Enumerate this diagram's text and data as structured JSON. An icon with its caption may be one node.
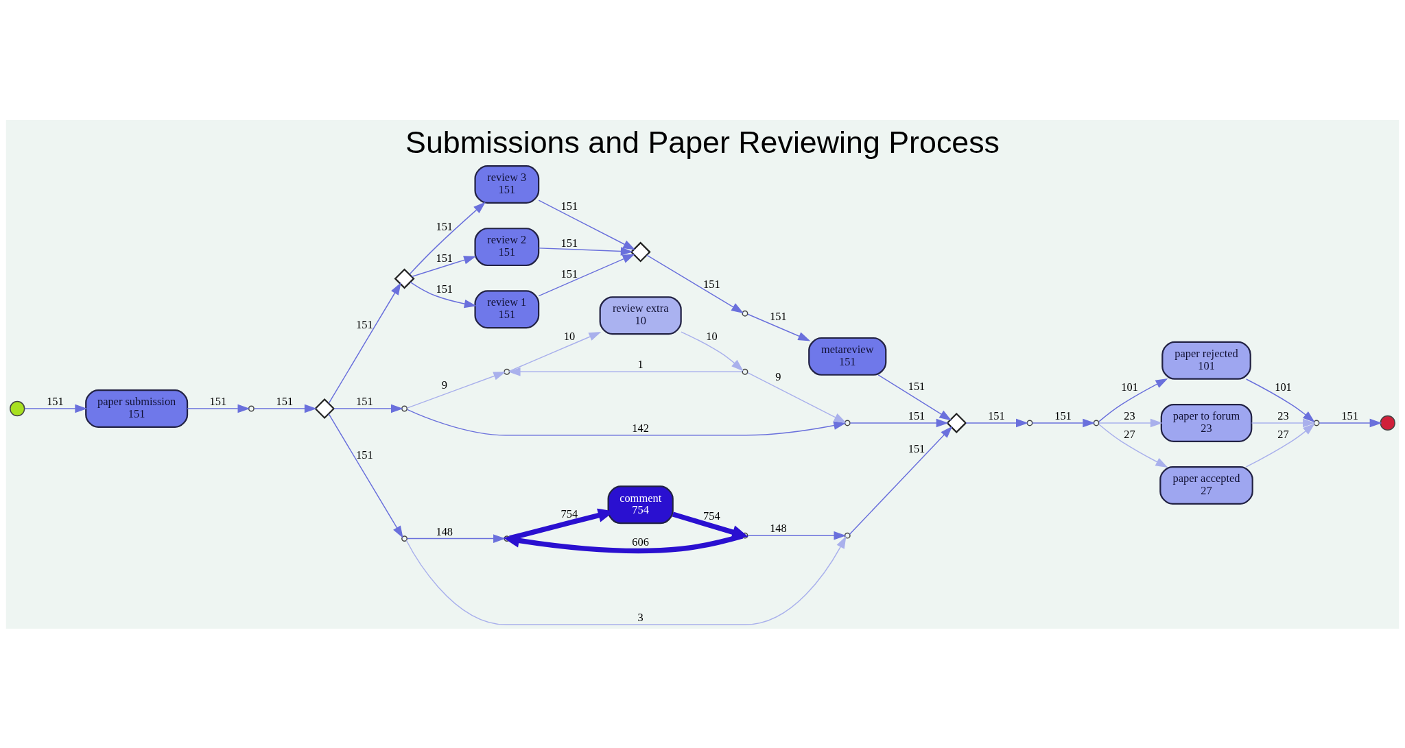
{
  "diagram": {
    "title": "Submissions and Paper Reviewing Process",
    "nodes": [
      {
        "text": [],
        "shape": "circle"
      },
      {
        "text": [
          "paper submission",
          "151"
        ]
      },
      {
        "text": [],
        "shape": "circle"
      },
      {
        "text": [],
        "shape": "diamond"
      },
      {
        "text": [],
        "shape": "diamond"
      },
      {
        "text": [
          "review 3",
          "151"
        ]
      },
      {
        "text": [
          "review 2",
          "151"
        ]
      },
      {
        "text": [
          "review 1",
          "151"
        ]
      },
      {
        "text": [],
        "shape": "diamond"
      },
      {
        "text": [],
        "shape": "circle"
      },
      {
        "text": [
          "metareview",
          "151"
        ]
      },
      {
        "text": [],
        "shape": "circle"
      },
      {
        "text": [],
        "shape": "circle"
      },
      {
        "text": [
          "review extra",
          "10"
        ]
      },
      {
        "text": [],
        "shape": "circle"
      },
      {
        "text": [],
        "shape": "circle"
      },
      {
        "text": [],
        "shape": "circle"
      },
      {
        "text": [],
        "shape": "circle"
      },
      {
        "text": [
          "comment",
          "754"
        ]
      },
      {
        "text": [],
        "shape": "circle"
      },
      {
        "text": [],
        "shape": "circle"
      },
      {
        "text": [],
        "shape": "diamond"
      },
      {
        "text": [],
        "shape": "circle"
      },
      {
        "text": [],
        "shape": "circle"
      },
      {
        "text": [
          "paper rejected",
          "101"
        ]
      },
      {
        "text": [
          "paper to forum",
          "23"
        ]
      },
      {
        "text": [
          "paper accepted",
          "27"
        ]
      },
      {
        "text": [],
        "shape": "circle"
      },
      {
        "text": [],
        "shape": "circle"
      }
    ],
    "edges": [
      {
        "from": 0,
        "to": 1,
        "arrow": "to",
        "label": "151"
      },
      {
        "from": 1,
        "to": 2,
        "arrow": "to",
        "label": "151"
      },
      {
        "from": 2,
        "to": 3,
        "arrow": "to",
        "label": "151"
      },
      {
        "from": 3,
        "to": 4,
        "arrow": "to",
        "label": "151"
      },
      {
        "from": 4,
        "to": 5,
        "arrow": "to",
        "label": "151"
      },
      {
        "from": 4,
        "to": 6,
        "arrow": "to",
        "label": "151"
      },
      {
        "from": 4,
        "to": 7,
        "arrow": "to",
        "label": "151"
      },
      {
        "from": 5,
        "to": 8,
        "arrow": "to",
        "label": "151"
      },
      {
        "from": 6,
        "to": 8,
        "arrow": "to",
        "label": "151"
      },
      {
        "from": 7,
        "to": 8,
        "arrow": "to",
        "label": "151"
      },
      {
        "from": 8,
        "to": 9,
        "arrow": "to",
        "label": "151"
      },
      {
        "from": 9,
        "to": 10,
        "arrow": "to",
        "label": "151"
      },
      {
        "from": 10,
        "to": 21,
        "arrow": "to",
        "label": "151"
      },
      {
        "from": 3,
        "to": 11,
        "arrow": "to",
        "label": "151"
      },
      {
        "from": 11,
        "to": 15,
        "arrow": "to",
        "label": "142"
      },
      {
        "from": 11,
        "to": 12,
        "arrow": "to",
        "label": "9",
        "color": "#a9b0ec"
      },
      {
        "from": 12,
        "to": 13,
        "arrow": "to",
        "label": "10",
        "color": "#a9b0ec"
      },
      {
        "from": 13,
        "to": 14,
        "arrow": "to",
        "label": "10",
        "color": "#a9b0ec"
      },
      {
        "from": 14,
        "to": 12,
        "arrow": "to",
        "label": "1",
        "color": "#a9b0ec"
      },
      {
        "from": 14,
        "to": 15,
        "arrow": "to",
        "label": "9",
        "color": "#a9b0ec"
      },
      {
        "from": 15,
        "to": 21,
        "arrow": "to",
        "label": "151"
      },
      {
        "from": 3,
        "to": 16,
        "arrow": "to",
        "label": "151"
      },
      {
        "from": 16,
        "to": 20,
        "arrow": "to",
        "label": "3",
        "color": "#a9b0ec"
      },
      {
        "from": 16,
        "to": 17,
        "arrow": "to",
        "label": "148"
      },
      {
        "from": 17,
        "to": 18,
        "arrow": "to",
        "label": "754",
        "style": "thick",
        "color": "#2a10d0"
      },
      {
        "from": 18,
        "to": 19,
        "arrow": "to",
        "label": "754",
        "style": "thick",
        "color": "#2a10d0"
      },
      {
        "from": 19,
        "to": 17,
        "arrow": "to",
        "label": "606",
        "style": "thick",
        "color": "#2a10d0"
      },
      {
        "from": 19,
        "to": 20,
        "arrow": "to",
        "label": "148"
      },
      {
        "from": 20,
        "to": 21,
        "arrow": "to",
        "label": "151"
      },
      {
        "from": 21,
        "to": 22,
        "arrow": "to",
        "label": "151"
      },
      {
        "from": 22,
        "to": 23,
        "arrow": "to",
        "label": "151"
      },
      {
        "from": 23,
        "to": 24,
        "arrow": "to",
        "label": "101"
      },
      {
        "from": 23,
        "to": 25,
        "arrow": "to",
        "label": "23",
        "color": "#a9b0ec"
      },
      {
        "from": 23,
        "to": 26,
        "arrow": "to",
        "label": "27",
        "color": "#a9b0ec"
      },
      {
        "from": 24,
        "to": 27,
        "arrow": "to",
        "label": "101"
      },
      {
        "from": 25,
        "to": 27,
        "arrow": "to",
        "label": "23",
        "color": "#a9b0ec"
      },
      {
        "from": 26,
        "to": 27,
        "arrow": "to",
        "label": "27",
        "color": "#a9b0ec"
      },
      {
        "from": 27,
        "to": 28,
        "arrow": "to",
        "label": "151"
      }
    ]
  }
}
